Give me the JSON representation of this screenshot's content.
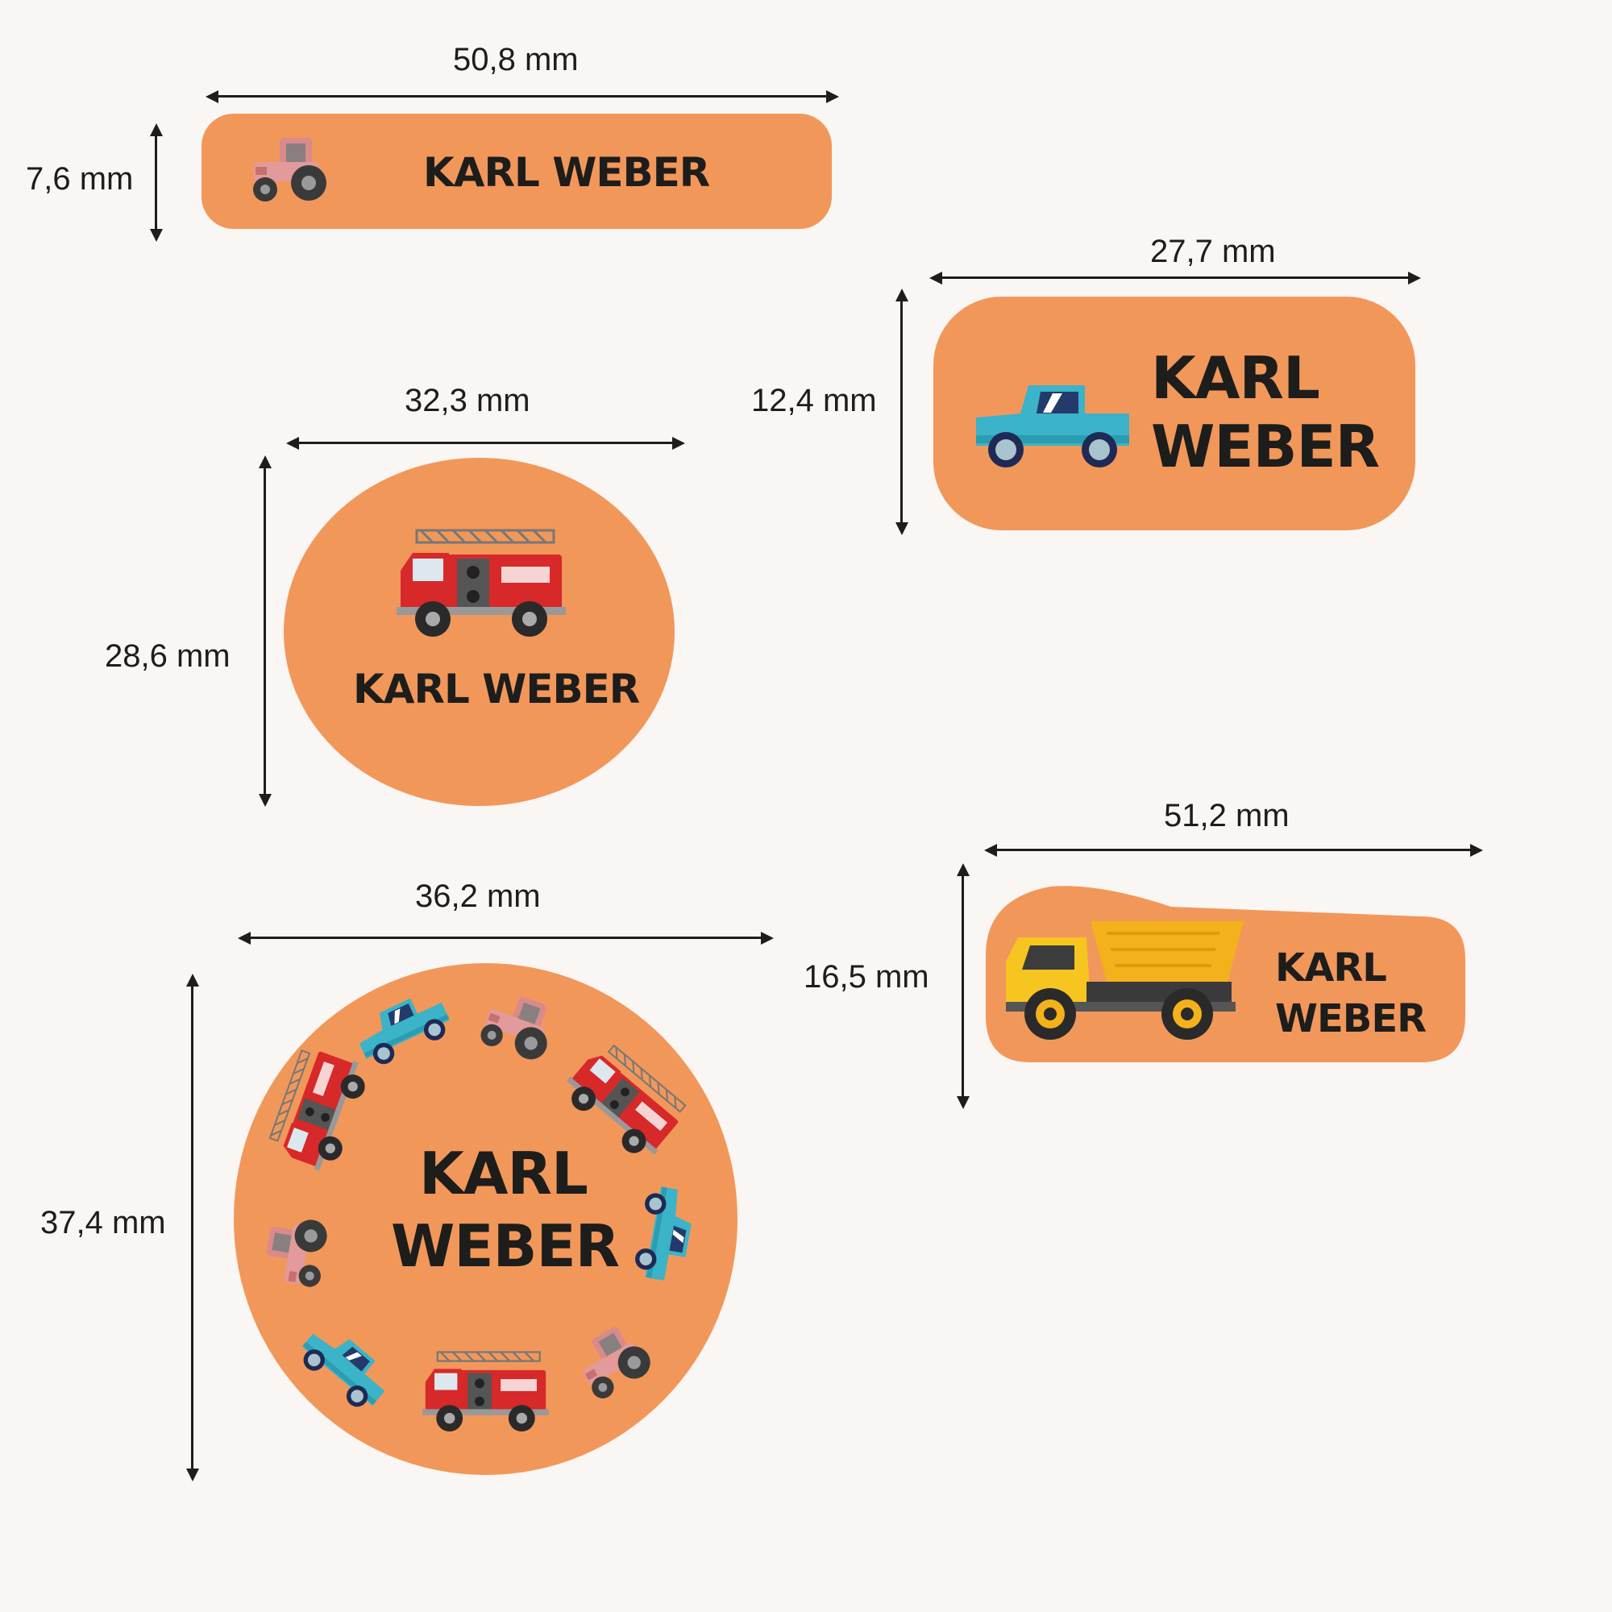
{
  "labels": [
    {
      "id": "label1",
      "width": "50,8 mm",
      "height": "7,6 mm",
      "name": "KARL WEBER",
      "icon": "tractor-icon"
    },
    {
      "id": "label2",
      "width": "27,7 mm",
      "height": "12,4 mm",
      "name_line1": "KARL",
      "name_line2": "WEBER",
      "icon": "pickup-truck-icon"
    },
    {
      "id": "label3",
      "width": "32,3 mm",
      "height": "28,6 mm",
      "name": "KARL WEBER",
      "icon": "fire-truck-icon"
    },
    {
      "id": "label4",
      "width": "51,2 mm",
      "height": "16,5 mm",
      "name_line1": "KARL",
      "name_line2": "WEBER",
      "icon": "dump-truck-icon"
    },
    {
      "id": "label5",
      "width": "36,2 mm",
      "height": "37,4 mm",
      "name_line1": "KARL",
      "name_line2": "WEBER",
      "icon": "vehicle-ring-pattern"
    }
  ],
  "colors": {
    "label": "#f2975a",
    "text": "#1d1d1b",
    "background": "#f9f6f3"
  }
}
